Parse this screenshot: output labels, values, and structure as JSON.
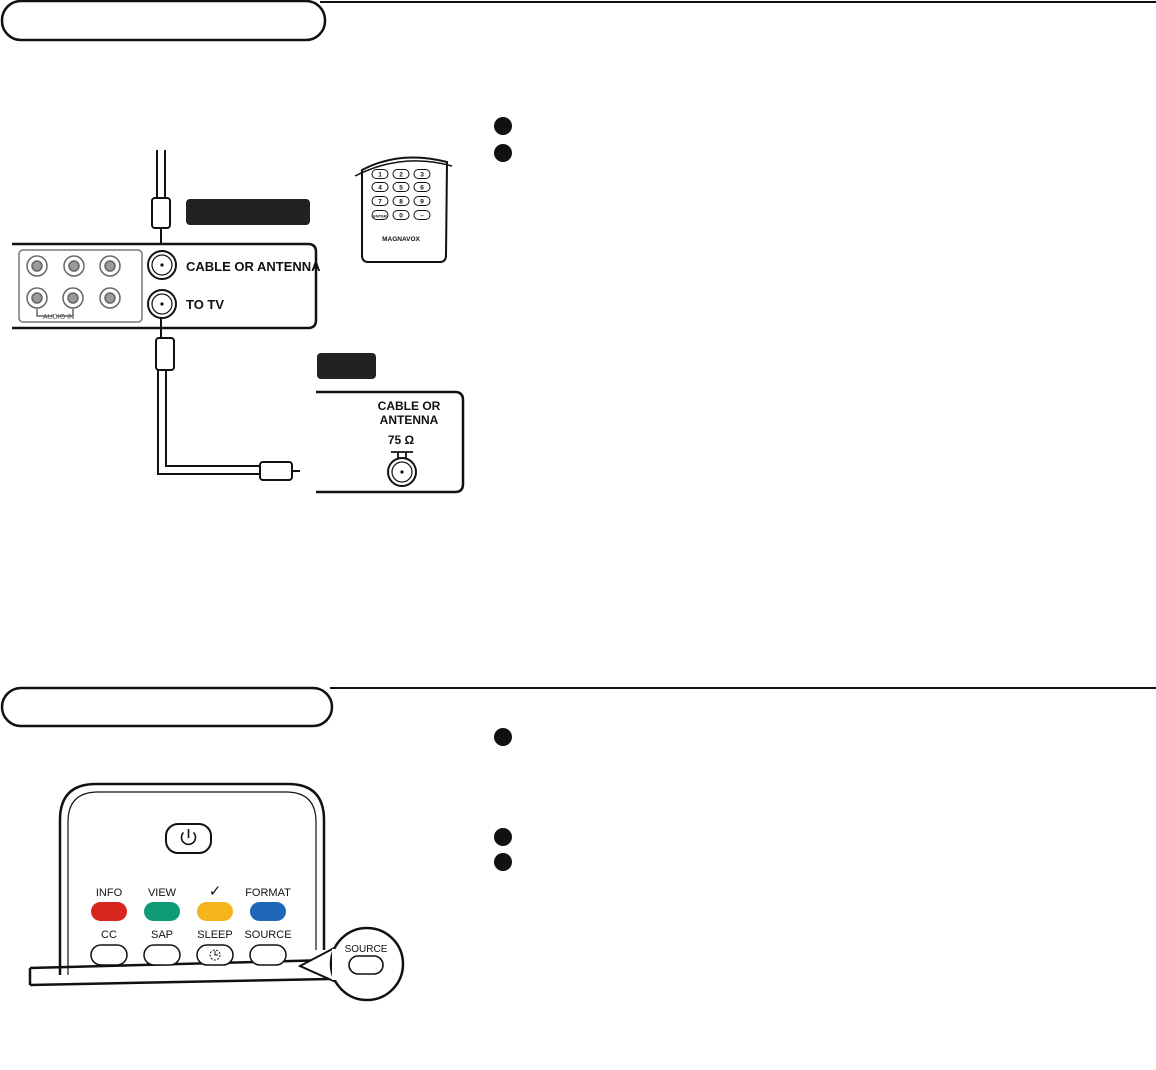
{
  "panel": {
    "jacks": {
      "cable_or_antenna": "CABLE OR ANTENNA",
      "to_tv": "TO TV",
      "audio_in": "AUDIO IN"
    }
  },
  "tv_jack": {
    "line1": "CABLE OR",
    "line2": "ANTENNA",
    "impedance": "75 Ω"
  },
  "small_remote": {
    "keys": [
      "1",
      "2",
      "3",
      "4",
      "5",
      "6",
      "7",
      "8",
      "9",
      "ENTER",
      "0",
      "–"
    ],
    "brand": "MAGNAVOX"
  },
  "big_remote": {
    "color_keys": [
      {
        "label": "INFO",
        "color": "#d7261e"
      },
      {
        "label": "VIEW",
        "color": "#0e9a77"
      },
      {
        "label": "✓",
        "color": "#f5b31c"
      },
      {
        "label": "FORMAT",
        "color": "#1f67b7"
      }
    ],
    "row_keys": [
      "CC",
      "SAP",
      "SLEEP",
      "SOURCE"
    ],
    "zoom_label": "SOURCE"
  }
}
